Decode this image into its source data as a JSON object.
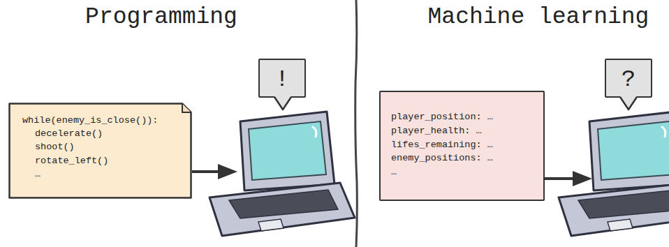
{
  "diagram": {
    "nodes": [
      {
        "text": [
          "while(enemy_is_close()):",
          "decelerate()",
          "shoot()",
          "rotate_left()",
          "…"
        ]
      },
      {
        "text": [
          "!"
        ]
      },
      {
        "text": [
          "player_position: …",
          "player_health: …",
          "lifes_remaining: …",
          "enemy_positions: …",
          "…"
        ]
      },
      {
        "text": [
          "?"
        ]
      }
    ],
    "labels": [
      "Programming",
      "Machine learning"
    ]
  }
}
